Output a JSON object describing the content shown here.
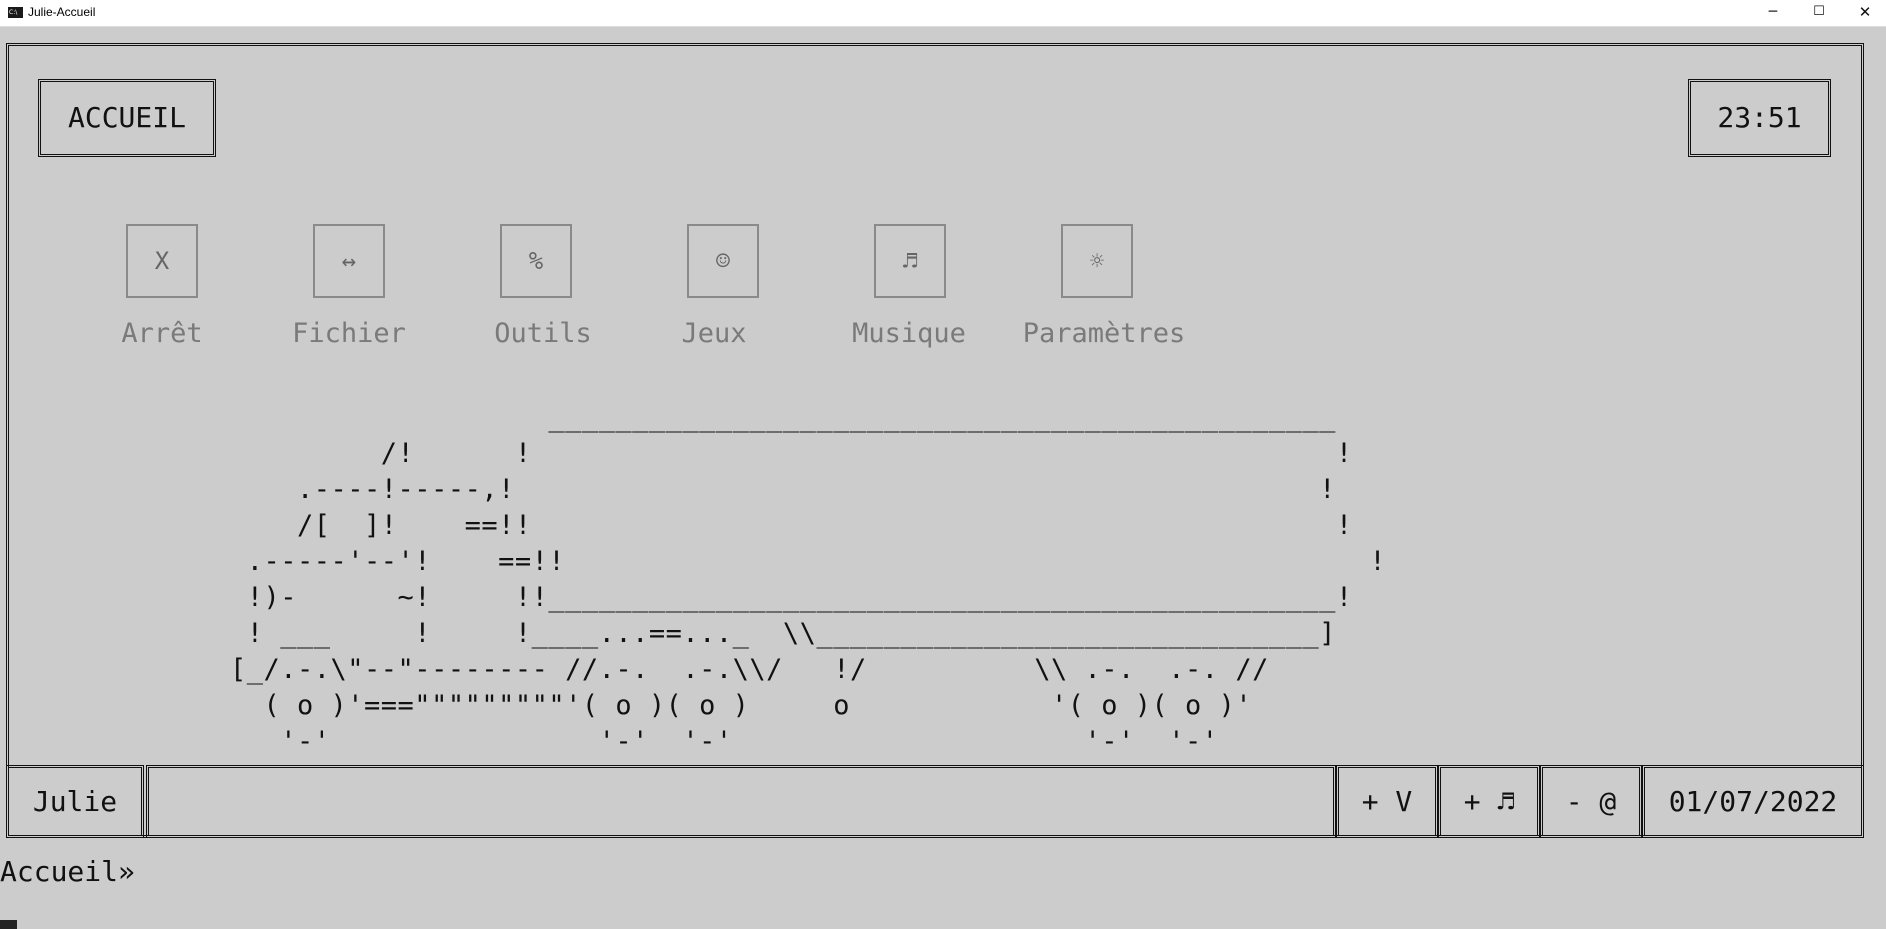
{
  "window": {
    "title": "Julie-Accueil",
    "icon_text": "C:\\",
    "minimize_glyph": "─",
    "maximize_glyph": "☐",
    "close_glyph": "✕"
  },
  "header": {
    "accueil_label": "ACCUEIL",
    "clock": "23:51"
  },
  "apps": [
    {
      "glyph": "X",
      "label": "Arrêt"
    },
    {
      "glyph": "↔",
      "label": "Fichier"
    },
    {
      "glyph": "%",
      "label": "Outils"
    },
    {
      "glyph": "☺",
      "label": "Jeux"
    },
    {
      "glyph": "♬",
      "label": "Musique"
    },
    {
      "glyph": "☼",
      "label": "Paramètres"
    }
  ],
  "art": {
    "truck": "                   _______________________________________________\n         /!      !                                                !\n    .----!-----,!                                                !\n    /[  ]!    ==!!                                                !\n .-----'--'!    ==!!                                                !\n !)-      ~!     !!_______________________________________________!\n ! ___     !     !____...==..._  \\\\______________________________]\n[_/.-.\\\"--\"-------- //.-.  .-.\\\\/   !/          \\\\ .-.  .-. //\n  ( o )'===\"\"\"\"\"\"\"\"\"'( o )( o )     o            '( o )( o )'\n   '-'                '-'  '-'                     '-'  '-'"
  },
  "status": {
    "user": "Julie",
    "message": "",
    "btn_v": "+ V",
    "btn_music": "+ ♬",
    "btn_at": "- @",
    "date": "01/07/2022"
  },
  "prompt": "Accueil»"
}
